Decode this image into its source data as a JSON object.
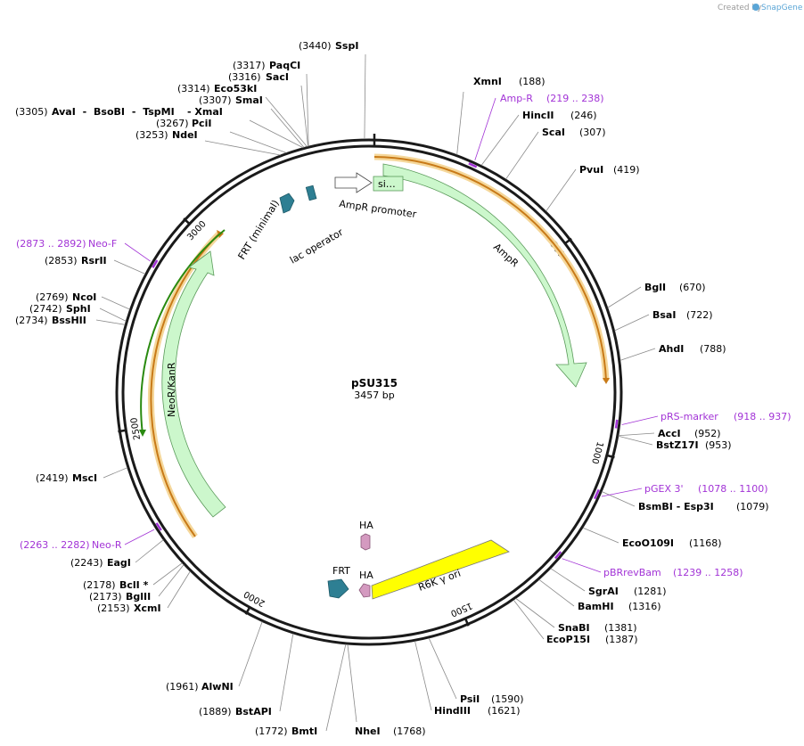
{
  "credit": {
    "created_by": "Created by",
    "brand": "SnapGene"
  },
  "plasmid": {
    "name": "pSU315",
    "length_label": "3457 bp",
    "length": 3457
  },
  "ticks": [
    "500",
    "1000",
    "1500",
    "2000",
    "2500",
    "3000"
  ],
  "right_sites": [
    {
      "id": "xmni",
      "name": "XmnI",
      "pos": "(188)",
      "bp": 188
    },
    {
      "id": "hincii",
      "name": "HincII",
      "pos": "(246)",
      "bp": 246
    },
    {
      "id": "scai",
      "name": "ScaI",
      "pos": "(307)",
      "bp": 307
    },
    {
      "id": "pvui",
      "name": "PvuI",
      "pos": "(419)",
      "bp": 419
    },
    {
      "id": "bgli",
      "name": "BglI",
      "pos": "(670)",
      "bp": 670
    },
    {
      "id": "bsai",
      "name": "BsaI",
      "pos": "(722)",
      "bp": 722
    },
    {
      "id": "ahdi",
      "name": "AhdI",
      "pos": "(788)",
      "bp": 788
    },
    {
      "id": "acci",
      "name": "AccI",
      "pos": "(952)",
      "bp": 952
    },
    {
      "id": "bstz17i",
      "name": "BstZ17I",
      "pos": "(953)",
      "bp": 953
    },
    {
      "id": "bsmbi",
      "name": "BsmBI - Esp3I",
      "pos": "(1079)",
      "bp": 1079
    },
    {
      "id": "ecoo109i",
      "name": "EcoO109I",
      "pos": "(1168)",
      "bp": 1168
    },
    {
      "id": "sgrai",
      "name": "SgrAI",
      "pos": "(1281)",
      "bp": 1281
    },
    {
      "id": "bamhi",
      "name": "BamHI",
      "pos": "(1316)",
      "bp": 1316
    },
    {
      "id": "snabi",
      "name": "SnaBI",
      "pos": "(1381)",
      "bp": 1381
    },
    {
      "id": "ecop15i",
      "name": "EcoP15I",
      "pos": "(1387)",
      "bp": 1387
    },
    {
      "id": "psii",
      "name": "PsiI",
      "pos": "(1590)",
      "bp": 1590
    },
    {
      "id": "hindiii",
      "name": "HindIII",
      "pos": "(1621)",
      "bp": 1621
    }
  ],
  "left_sites": [
    {
      "id": "sspi",
      "name": "SspI",
      "pos": "(3440)",
      "bp": 3440
    },
    {
      "id": "paqci",
      "name": "PaqCI",
      "pos": "(3317)",
      "bp": 3317
    },
    {
      "id": "saci",
      "name": "SacI",
      "pos": "(3316)",
      "bp": 3316
    },
    {
      "id": "eco53ki",
      "name": "Eco53kI",
      "pos": "(3314)",
      "bp": 3314
    },
    {
      "id": "smai",
      "name": "SmaI",
      "pos": "(3307)",
      "bp": 3307
    },
    {
      "id": "xmai",
      "name": "- XmaI",
      "pos": "",
      "bp": 3307
    },
    {
      "id": "avai",
      "name": "AvaI - BsoBI - TspMI",
      "pos": "(3305)",
      "bp": 3305
    },
    {
      "id": "pcii",
      "name": "PciI",
      "pos": "(3267)",
      "bp": 3267
    },
    {
      "id": "ndei",
      "name": "NdeI",
      "pos": "(3253)",
      "bp": 3253
    },
    {
      "id": "rsrii",
      "name": "RsrII",
      "pos": "(2853)",
      "bp": 2853
    },
    {
      "id": "ncoi",
      "name": "NcoI",
      "pos": "(2769)",
      "bp": 2769
    },
    {
      "id": "sphi",
      "name": "SphI",
      "pos": "(2742)",
      "bp": 2742
    },
    {
      "id": "bsshii",
      "name": "BssHII",
      "pos": "(2734)",
      "bp": 2734
    },
    {
      "id": "msci",
      "name": "MscI",
      "pos": "(2419)",
      "bp": 2419
    },
    {
      "id": "eagi",
      "name": "EagI",
      "pos": "(2243)",
      "bp": 2243
    },
    {
      "id": "bcli",
      "name": "BclI *",
      "pos": "(2178)",
      "bp": 2178
    },
    {
      "id": "bglii",
      "name": "BglII",
      "pos": "(2173)",
      "bp": 2173
    },
    {
      "id": "xcmi",
      "name": "XcmI",
      "pos": "(2153)",
      "bp": 2153
    },
    {
      "id": "alwni",
      "name": "AlwNI",
      "pos": "(1961)",
      "bp": 1961
    },
    {
      "id": "bstapi",
      "name": "BstAPI",
      "pos": "(1889)",
      "bp": 1889
    },
    {
      "id": "bmti",
      "name": "BmtI",
      "pos": "(1772)",
      "bp": 1772
    },
    {
      "id": "nhei",
      "name": "NheI",
      "pos": "(1768)",
      "bp": 1768
    }
  ],
  "primers": [
    {
      "id": "amp-r",
      "name": "Amp-R",
      "range": "(219 .. 238)",
      "start": 219,
      "end": 238
    },
    {
      "id": "prs-marker",
      "name": "pRS-marker",
      "range": "(918 .. 937)",
      "start": 918,
      "end": 937
    },
    {
      "id": "pgex3",
      "name": "pGEX 3'",
      "range": "(1078 .. 1100)",
      "start": 1078,
      "end": 1100
    },
    {
      "id": "pbrrevbam",
      "name": "pBRrevBam",
      "range": "(1239 .. 1258)",
      "start": 1239,
      "end": 1258
    },
    {
      "id": "neo-r",
      "name": "Neo-R",
      "range": "(2263 .. 2282)",
      "start": 2263,
      "end": 2282
    },
    {
      "id": "neo-f",
      "name": "Neo-F",
      "range": "(2873 .. 2892)",
      "start": 2873,
      "end": 2892
    }
  ],
  "features": {
    "ampr": "AmpR",
    "ampr_promoter": "AmpR promoter",
    "signal": "si…",
    "lac_operator": "lac operator",
    "frt_minimal": "FRT (minimal)",
    "neor": "NeoR/KanR",
    "r6k": "R6K γ ori",
    "frt": "FRT",
    "ha_top": "HA",
    "ha_bottom": "HA"
  },
  "colors": {
    "backbone": "#1a1a1a",
    "ampr_fill": "#ccf7cc",
    "orf_orange": "#e8a030",
    "orf_green": "#2a8a10",
    "primer": "#a233d6",
    "origin": "#ffff00",
    "frt": "#2e7f93",
    "ha": "#d49ac0"
  }
}
